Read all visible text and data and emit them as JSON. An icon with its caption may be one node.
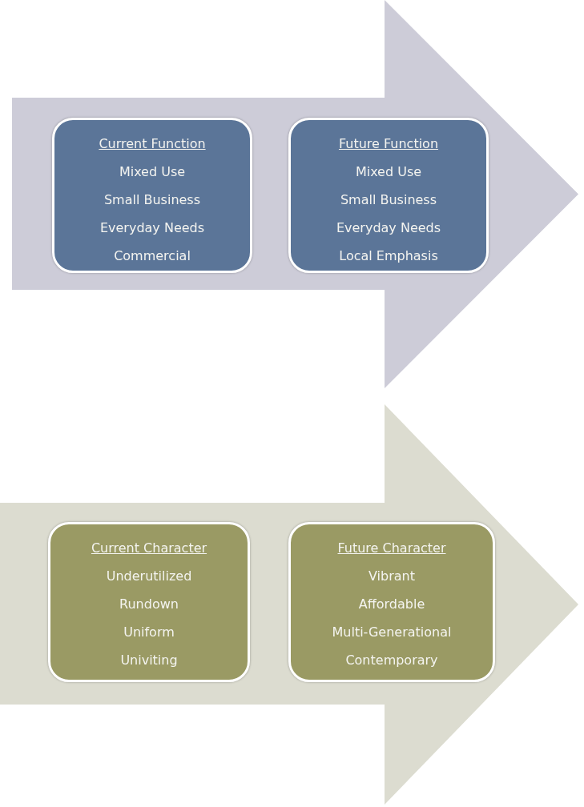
{
  "diagram": {
    "nodes": [
      {
        "text": [],
        "shape": "arrow"
      },
      {
        "text": [
          "Current Function",
          "Mixed Use",
          "Small Business",
          "Everyday Needs",
          "Commercial"
        ],
        "in": 0
      },
      {
        "text": [
          "Future Function",
          "Mixed Use",
          "Small Business",
          "Everyday Needs",
          "Local Emphasis"
        ],
        "in": 0
      },
      {
        "text": [],
        "shape": "arrow"
      },
      {
        "text": [
          "Current Character",
          "Underutilized",
          "Rundown",
          "Uniform",
          "Univiting"
        ],
        "in": 3
      },
      {
        "text": [
          "Future Character",
          "Vibrant",
          "Affordable",
          "Multi-Generational",
          "Contemporary"
        ],
        "in": 3
      }
    ]
  }
}
